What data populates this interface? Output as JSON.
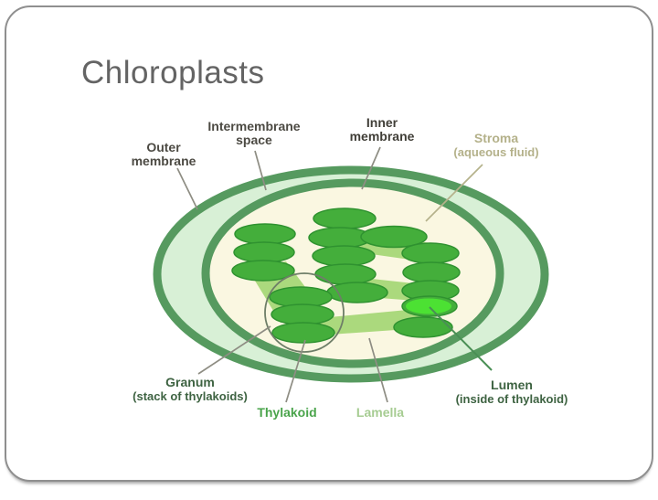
{
  "slide": {
    "title": "Chloroplasts"
  },
  "diagram": {
    "labels": {
      "outer_membrane": {
        "lines": [
          "Outer",
          "membrane"
        ]
      },
      "intermembrane_space": {
        "lines": [
          "Intermembrane",
          "space"
        ]
      },
      "inner_membrane": {
        "lines": [
          "Inner",
          "membrane"
        ]
      },
      "stroma": {
        "lines": [
          "Stroma",
          "(aqueous fluid)"
        ]
      },
      "granum": {
        "lines": [
          "Granum",
          "(stack of thylakoids)"
        ]
      },
      "thylakoid": {
        "lines": [
          "Thylakoid"
        ]
      },
      "lamella": {
        "lines": [
          "Lamella"
        ]
      },
      "lumen": {
        "lines": [
          "Lumen",
          "(inside of thylakoid)"
        ]
      }
    },
    "colors": {
      "membrane_stroke": "#569a5f",
      "intermembrane_fill": "#d8f0d6",
      "stroma_fill": "#faf7e1",
      "thylakoid_fill": "#44ae3b",
      "thylakoid_stroke": "#2f9230",
      "lamella_fill": "#abd97d",
      "lumen_highlight": "#4ce133",
      "granum_circle_stroke": "#6e7e68",
      "pointer_gray": "#8e8d83",
      "pointer_olive": "#b5b28b",
      "pointer_green": "#4a8f55",
      "title_color": "#646464",
      "label_dark": "#4c4a43",
      "label_olive": "#b4b18a",
      "label_dark_green": "#3e6342",
      "label_green": "#4aa44b",
      "label_light_green": "#a6cc92"
    }
  }
}
